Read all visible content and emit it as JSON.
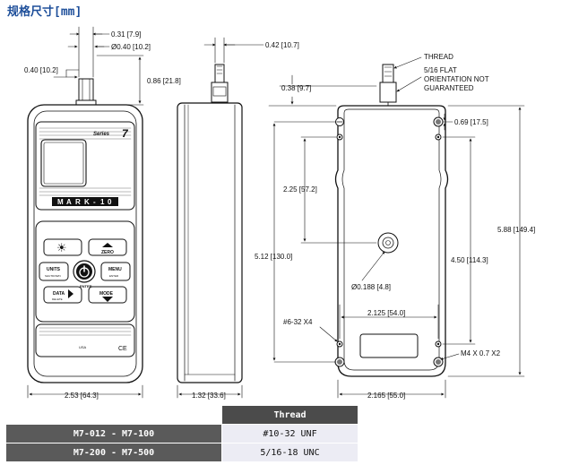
{
  "title": {
    "text": "规格尺寸",
    "unit": "[mm]"
  },
  "front": {
    "dim_stem_width": "0.31 [7.9]",
    "dim_stem_dia": "Ø0.40 [10.2]",
    "dim_stem_left": "0.40 [10.2]",
    "dim_stem_height": "0.86 [21.8]",
    "dim_width": "2.53 [64.3]",
    "series_label": "Series",
    "series_number": "7",
    "brand_letters": [
      "M",
      "A",
      "R",
      "K",
      "-",
      "1",
      "0"
    ],
    "btn_zero": "ZERO",
    "btn_units": "UNITS",
    "btn_units_sub": "SHUTDOWN",
    "btn_menu": "MENU",
    "btn_menu_sub": "ENTER",
    "btn_enter": "ENTER",
    "btn_data": "DATA",
    "btn_data_sub": "DELETE",
    "btn_mode": "MODE",
    "footer_text": "USA",
    "ce_mark": "CE"
  },
  "side": {
    "dim_top": "0.42 [10.7]",
    "dim_depth": "1.32 [33.6]"
  },
  "back": {
    "thread_label": "THREAD",
    "flat_note": [
      "5/16 FLAT",
      "ORIENTATION NOT",
      "GUARANTEED"
    ],
    "dim_top_offset": "0.38 [9.7]",
    "dim_right_offset": "0.69 [17.5]",
    "dim_hole_from_top": "2.25 [57.2]",
    "dim_height_total": "5.88 [149.4]",
    "dim_left_holes": "5.12 [130.0]",
    "dim_right_holes": "4.50 [114.3]",
    "dim_hole_dia": "Ø0.188 [4.8]",
    "dim_bottom_holes": "2.125 [54.0]",
    "label_screw_left": "#6-32 X4",
    "label_screw_right": "M4 X 0.7 X2",
    "dim_bottom_width": "2.165 [55.0]"
  },
  "table": {
    "header": "Thread",
    "rows": [
      {
        "model": "M7-012 - M7-100",
        "thread": "#10-32 UNF"
      },
      {
        "model": "M7-200 - M7-500",
        "thread": "5/16-18 UNC"
      }
    ]
  }
}
